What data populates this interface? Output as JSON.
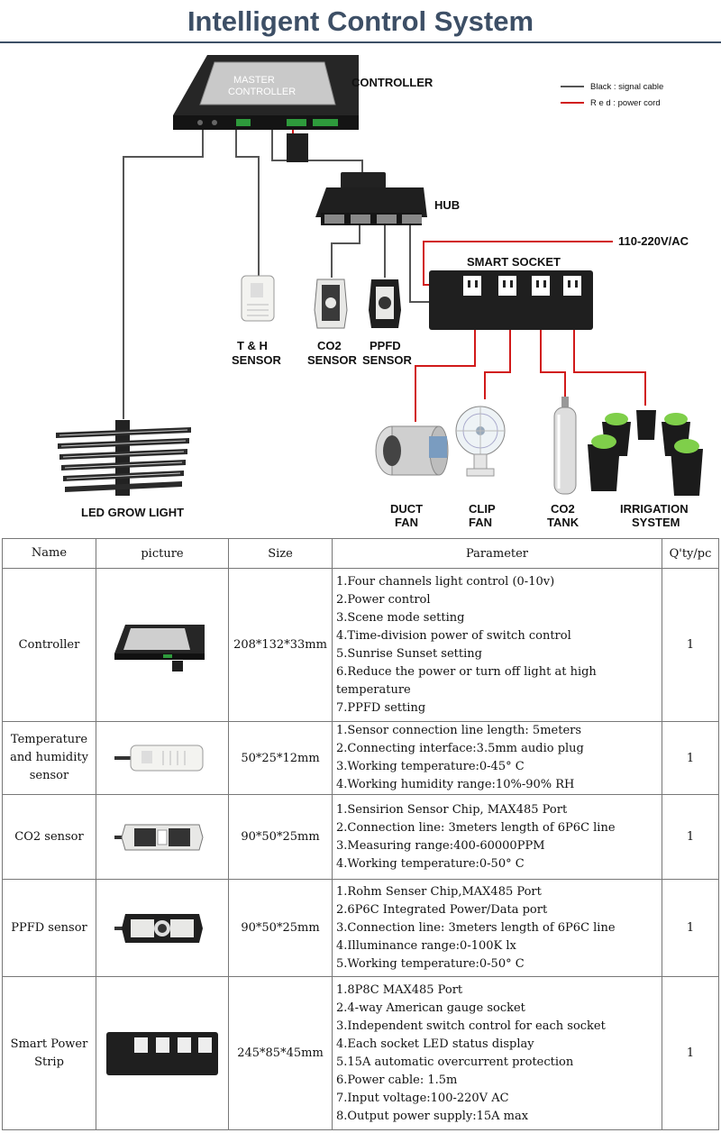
{
  "title": "Intelligent Control System",
  "diagram": {
    "master_screen_line1": "MASTER",
    "master_screen_line2": "CONTROLLER",
    "controller_label": "CONTROLLER",
    "hub_label": "HUB",
    "smart_socket_label": "SMART SOCKET",
    "voltage_label": "110-220V/AC",
    "legend": {
      "black": "Black : signal cable",
      "red": "R e d : power cord"
    },
    "colors": {
      "signal": "#555555",
      "power": "#d11a1a",
      "device": "#1f1f1f"
    },
    "labels": {
      "th_1": "T & H",
      "th_2": "SENSOR",
      "co2_1": "CO2",
      "co2_2": "SENSOR",
      "ppfd_1": "PPFD",
      "ppfd_2": "SENSOR",
      "led": "LED GROW LIGHT",
      "duct_1": "DUCT",
      "duct_2": "FAN",
      "clip_1": "CLIP",
      "clip_2": "FAN",
      "tank_1": "CO2",
      "tank_2": "TANK",
      "irr_1": "IRRIGATION",
      "irr_2": "SYSTEM"
    }
  },
  "table": {
    "headers": {
      "name": "Name",
      "picture": "picture",
      "size": "Size",
      "parameter": "Parameter",
      "qty": "Q'ty/pc"
    },
    "rows": [
      {
        "name_lines": [
          "Controller"
        ],
        "size": "208*132*33mm",
        "qty": "1",
        "params": [
          "1.Four channels light control (0-10v)",
          "2.Power control",
          "3.Scene mode setting",
          "4.Time-division power of switch control",
          "5.Sunrise Sunset setting",
          "6.Reduce the power or turn off light at high temperature",
          "7.PPFD setting"
        ]
      },
      {
        "name_lines": [
          "Temperature",
          "and humidity",
          "sensor"
        ],
        "size": "50*25*12mm",
        "qty": "1",
        "params": [
          "1.Sensor connection line length: 5meters",
          "2.Connecting interface:3.5mm audio plug",
          "3.Working temperature:0-45° C",
          "4.Working humidity range:10%-90% RH"
        ]
      },
      {
        "name_lines": [
          "CO2 sensor"
        ],
        "size": "90*50*25mm",
        "qty": "1",
        "params": [
          "1.Sensirion Sensor Chip, MAX485 Port",
          "2.Connection line: 3meters length of 6P6C line",
          "3.Measuring range:400-60000PPM",
          "4.Working temperature:0-50° C"
        ]
      },
      {
        "name_lines": [
          "PPFD sensor"
        ],
        "size": "90*50*25mm",
        "qty": "1",
        "params": [
          "1.Rohm Senser Chip,MAX485 Port",
          "2.6P6C Integrated Power/Data port",
          "3.Connection line: 3meters length of 6P6C line",
          "4.Illuminance range:0-100K lx",
          "5.Working temperature:0-50° C"
        ]
      },
      {
        "name_lines": [
          "Smart Power",
          "Strip"
        ],
        "size": "245*85*45mm",
        "qty": "1",
        "params": [
          "1.8P8C MAX485 Port",
          "2.4-way American gauge socket",
          "3.Independent switch control for each socket",
          "4.Each socket LED status display",
          "5.15A automatic overcurrent protection",
          "6.Power cable: 1.5m",
          "7.Input voltage:100-220V AC",
          "8.Output power supply:15A max"
        ]
      }
    ]
  }
}
